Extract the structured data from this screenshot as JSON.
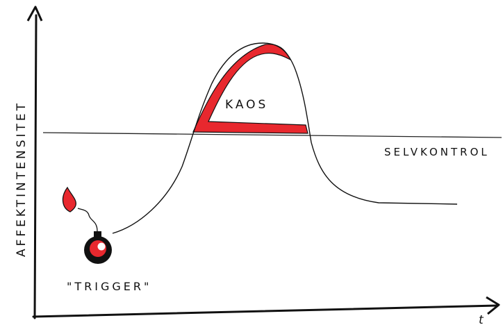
{
  "labels": {
    "y_axis": "AFFEKTINTENSITET",
    "threshold": "SELVKONTROL",
    "peak": "KAOS",
    "trigger": "\"TRIGGER\"",
    "x_axis": "t"
  },
  "colors": {
    "ink": "#111111",
    "accent": "#e8282e"
  },
  "icons": {
    "trigger": "bomb-icon"
  }
}
